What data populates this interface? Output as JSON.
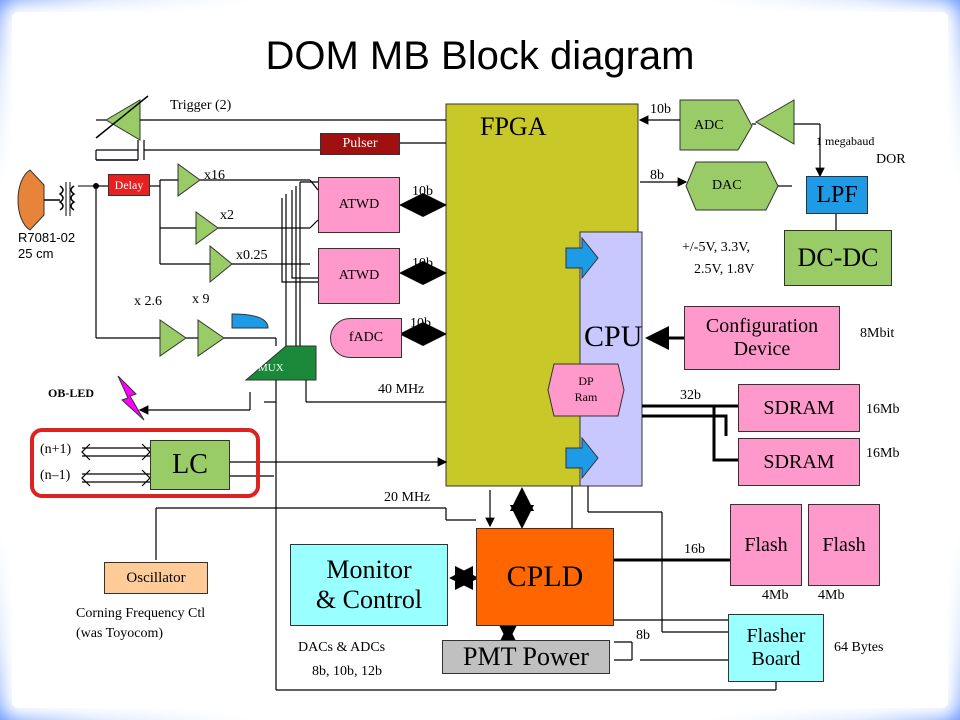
{
  "title": "DOM MB Block diagram",
  "colors": {
    "fpga": "#c8c828",
    "cpu": "#c8c8ff",
    "pink": "#ff99cc",
    "green": "#99cc66",
    "red": "#e82020",
    "orange": "#ff6600",
    "cyan": "#99ffff",
    "gray": "#c0c0c0",
    "peach": "#ffcc99",
    "darkred": "#a01010",
    "mux": "#1a8a3a",
    "led": "#ff00ff",
    "lc_highlight": "#dd2222",
    "lc_bg": "#d8d8d8"
  },
  "blocks": {
    "fpga": "FPGA",
    "cpu": "CPU",
    "dp_ram_line1": "DP",
    "dp_ram_line2": "Ram",
    "adc": "ADC",
    "dac": "DAC",
    "lpf": "LPF",
    "dcdc": "DC-DC",
    "config_line1": "Configuration",
    "config_line2": "Device",
    "sdram1": "SDRAM",
    "sdram2": "SDRAM",
    "flash1": "Flash",
    "flash2": "Flash",
    "flasher_line1": "Flasher",
    "flasher_line2": "Board",
    "cpld": "CPLD",
    "monitor_line1": "Monitor",
    "monitor_line2": "& Control",
    "pmt_power": "PMT Power",
    "oscillator": "Oscillator",
    "lc": "LC",
    "mux": "MUX",
    "fadc": "fADC",
    "atwd1": "ATWD",
    "atwd2": "ATWD",
    "pulser": "Pulser",
    "delay": "Delay"
  },
  "labels": {
    "trigger": "Trigger (2)",
    "x16": "x16",
    "x2": "x2",
    "x025": "x0.25",
    "x26": "x 2.6",
    "x9": "x 9",
    "pmt_model": "R7081-02",
    "pmt_size": "25 cm",
    "ob_led": "OB-LED",
    "n_plus": "(n+1)",
    "n_minus": "(n–1)",
    "bus_atwd1": "10b",
    "bus_atwd2": "10b",
    "bus_fadc": "10b",
    "bus_adc": "10b",
    "bus_dac": "8b",
    "bus_sdram": "32b",
    "bus_flash": "16b",
    "bus_flasher": "8b",
    "clk_40": "40 MHz",
    "clk_20": "20 MHz",
    "megabaud": "1 megabaud",
    "dor": "DOR",
    "voltages_line1": "+/-5V, 3.3V,",
    "voltages_line2": "2.5V, 1.8V",
    "config_size": "8Mbit",
    "sdram1_size": "16Mb",
    "sdram2_size": "16Mb",
    "flash1_size": "4Mb",
    "flash2_size": "4Mb",
    "flasher_size": "64 Bytes",
    "corning_line1": "Corning Frequency Ctl",
    "corning_line2": "(was Toyocom)",
    "dacs_line1": "DACs & ADCs",
    "dacs_line2": "8b, 10b, 12b"
  }
}
